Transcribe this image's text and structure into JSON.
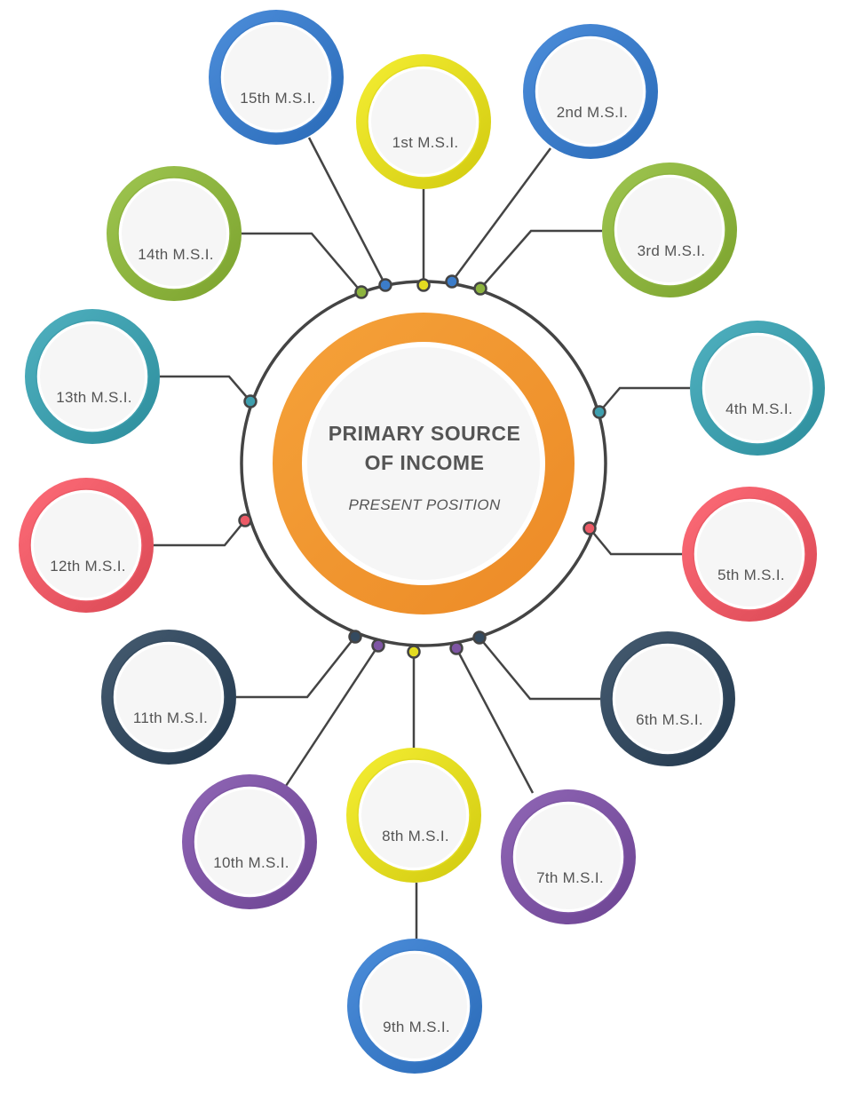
{
  "center": {
    "title_line1": "PRIMARY SOURCE",
    "title_line2": "OF INCOME",
    "subtitle": "PRESENT POSITION",
    "ring_color": "#f0922e"
  },
  "colors": {
    "yellow": "#e3dc21",
    "blue": "#3b7cc9",
    "green": "#8db43f",
    "teal": "#3e9fae",
    "red": "#ec5a66",
    "navy": "#344a5f",
    "purple": "#7e55a4"
  },
  "nodes": [
    {
      "label": "1st M.S.I.",
      "color": "yellow"
    },
    {
      "label": "2nd M.S.I.",
      "color": "blue"
    },
    {
      "label": "3rd M.S.I.",
      "color": "green"
    },
    {
      "label": "4th M.S.I.",
      "color": "teal"
    },
    {
      "label": "5th M.S.I.",
      "color": "red"
    },
    {
      "label": "6th M.S.I.",
      "color": "navy"
    },
    {
      "label": "7th M.S.I.",
      "color": "purple"
    },
    {
      "label": "8th M.S.I.",
      "color": "yellow"
    },
    {
      "label": "9th M.S.I.",
      "color": "blue"
    },
    {
      "label": "10th M.S.I.",
      "color": "purple"
    },
    {
      "label": "11th M.S.I.",
      "color": "navy"
    },
    {
      "label": "12th M.S.I.",
      "color": "red"
    },
    {
      "label": "13th M.S.I.",
      "color": "teal"
    },
    {
      "label": "14th M.S.I.",
      "color": "green"
    },
    {
      "label": "15th M.S.I.",
      "color": "blue"
    }
  ]
}
